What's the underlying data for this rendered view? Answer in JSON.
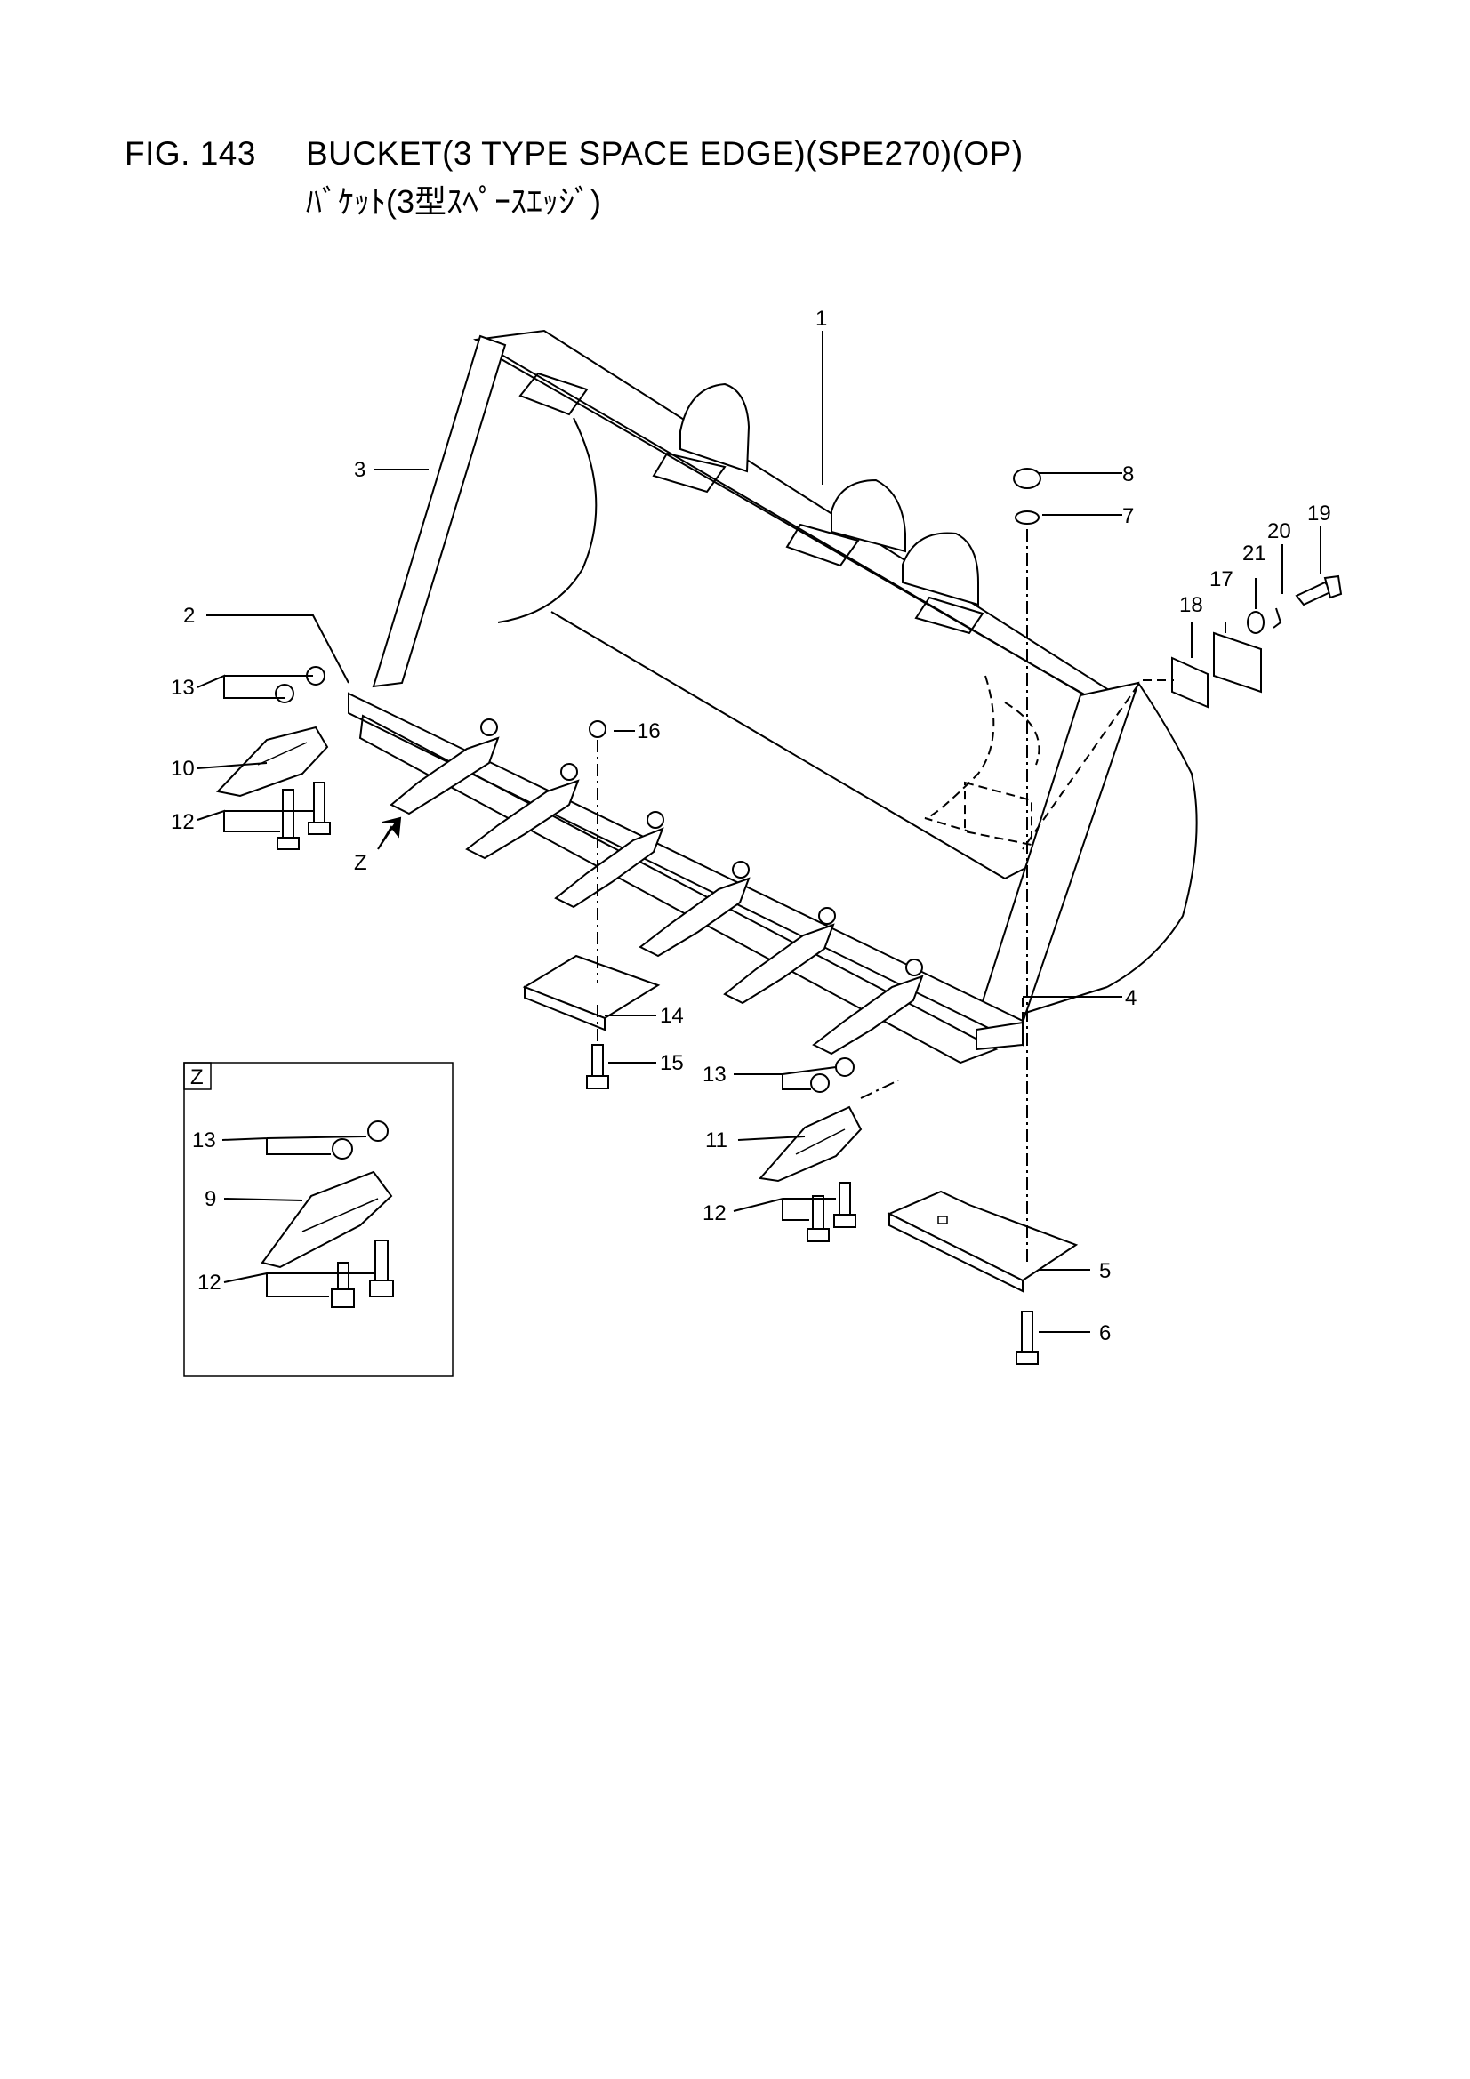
{
  "figure": {
    "number": "FIG. 143",
    "title": "BUCKET(3 TYPE SPACE EDGE)(SPE270)(OP)",
    "subtitle": "ﾊﾞｹｯﾄ(3型ｽﾍﾟｰｽｴｯｼﾞ)"
  },
  "view_marker": "Z",
  "detail_box_label": "Z",
  "callouts": {
    "c1": "1",
    "c2": "2",
    "c3": "3",
    "c4": "4",
    "c5": "5",
    "c6": "6",
    "c7": "7",
    "c8": "8",
    "c9": "9",
    "c10": "10",
    "c11": "11",
    "c12a": "12",
    "c12b": "12",
    "c12c": "12",
    "c13a": "13",
    "c13b": "13",
    "c13c": "13",
    "c14": "14",
    "c15": "15",
    "c16": "16",
    "c17": "17",
    "c18": "18",
    "c19": "19",
    "c20": "20",
    "c21": "21"
  }
}
